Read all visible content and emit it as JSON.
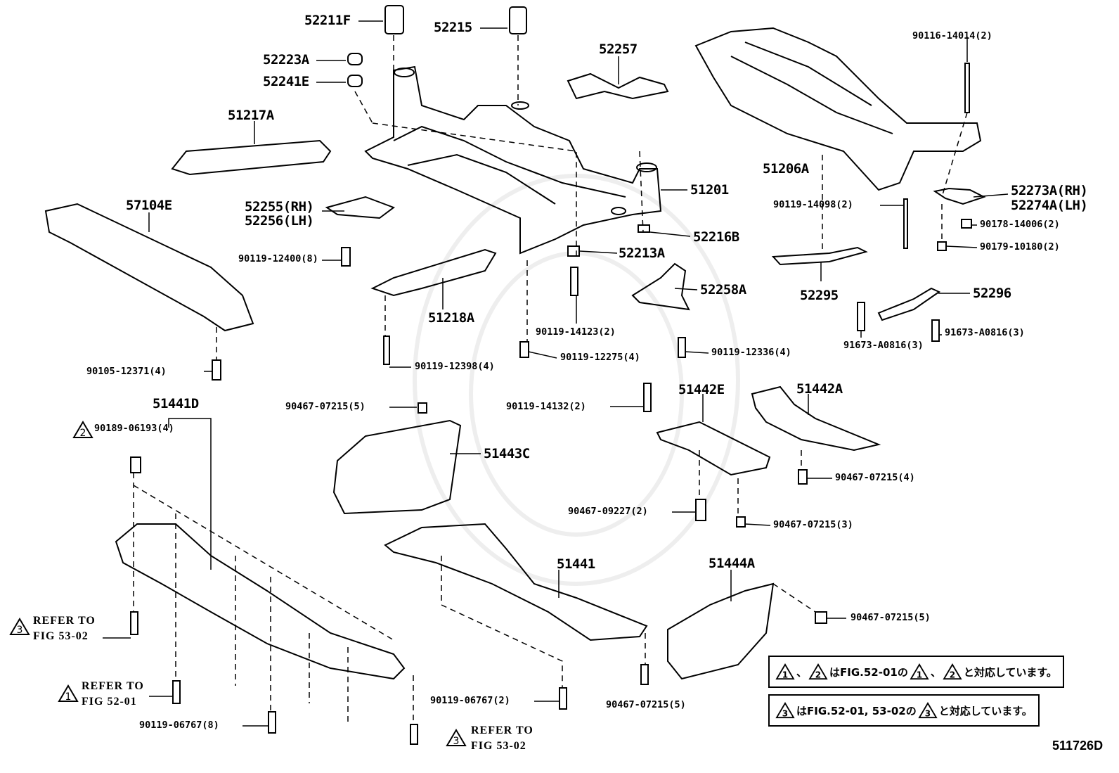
{
  "parts": {
    "p52211F": "52211F",
    "p52215": "52215",
    "p52257": "52257",
    "p90116": "90116-14014(2)",
    "p52223A": "52223A",
    "p52241E": "52241E",
    "p51217A": "51217A",
    "p51206A": "51206A",
    "p51201": "51201",
    "p52273A": "52273A(RH)",
    "p52274A": "52274A(LH)",
    "p57104E": "57104E",
    "p52255": "52255(RH)",
    "p52256": "52256(LH)",
    "p90119_14098": "90119-14098(2)",
    "p90178": "90178-14006(2)",
    "p52216B": "52216B",
    "p90119_12400": "90119-12400(8)",
    "p52213A": "52213A",
    "p90179": "90179-10180(2)",
    "p52258A": "52258A",
    "p52295": "52295",
    "p52296": "52296",
    "p51218A": "51218A",
    "p90119_14123": "90119-14123(2)",
    "p91673a": "91673-A0816(3)",
    "p91673b": "91673-A0816(3)",
    "p90119_12275": "90119-12275(4)",
    "p90119_12336": "90119-12336(4)",
    "p90105": "90105-12371(4)",
    "p90119_12398": "90119-12398(4)",
    "p51441D": "51441D",
    "p90467a": "90467-07215(5)",
    "p90119_14132": "90119-14132(2)",
    "p51442E": "51442E",
    "p51442A": "51442A",
    "p90189": "90189-06193(4)",
    "p51443C": "51443C",
    "p90467b": "90467-07215(4)",
    "p90467_09227": "90467-09227(2)",
    "p90467c": "90467-07215(3)",
    "p51441": "51441",
    "p51444A": "51444A",
    "p90467d": "90467-07215(5)",
    "p90119_06767a": "90119-06767(2)",
    "p90467e": "90467-07215(5)",
    "p90119_06767b": "90119-06767(8)"
  },
  "refs": {
    "r3a": {
      "mark": "3",
      "line1": "REFER TO",
      "line2": "FIG 53-02"
    },
    "r1": {
      "mark": "1",
      "line1": "REFER TO",
      "line2": "FIG 52-01"
    },
    "r3b": {
      "mark": "3",
      "line1": "REFER TO",
      "line2": "FIG 53-02"
    },
    "r2mark": "2"
  },
  "notes": {
    "n1": {
      "m1": "1",
      "sep1": "、",
      "m2": "2",
      "text1": "はFIG.52-01の",
      "m3": "1",
      "sep2": "、",
      "m4": "2",
      "text2": "と対応しています。"
    },
    "n2": {
      "m1": "3",
      "text1": "はFIG.52-01, 53-02の",
      "m2": "3",
      "text2": "と対応しています。"
    }
  },
  "figure_code": "511726D"
}
